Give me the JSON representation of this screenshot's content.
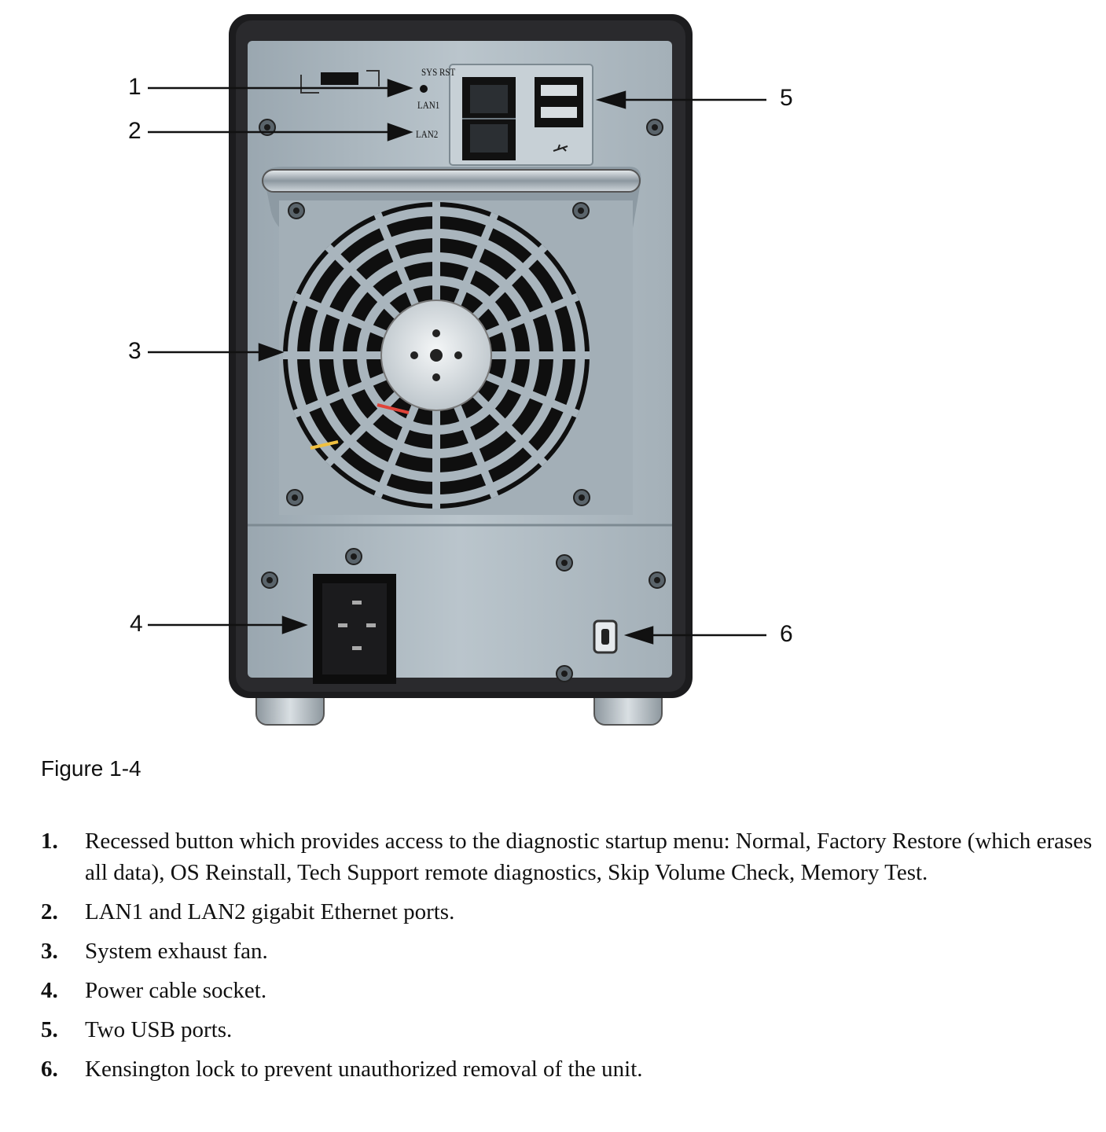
{
  "figure": {
    "panel_labels": {
      "sys_rst": "SYS RST",
      "lan1": "LAN1",
      "lan2": "LAN2"
    },
    "callouts": [
      "1",
      "2",
      "3",
      "4",
      "5",
      "6"
    ],
    "icons": [
      "reset-button-icon",
      "ethernet-port-icon",
      "usb-port-icon",
      "fan-grille-icon",
      "power-socket-icon",
      "kensington-lock-icon"
    ],
    "colors": {
      "chassis": "#1c1c1e",
      "panel": "#b4c0c8",
      "panel_dark": "#96a3ac",
      "port": "#101010"
    }
  },
  "caption": "Figure 1-4",
  "items": [
    {
      "num": "1.",
      "text": "Recessed button which provides access to the diagnostic startup menu: Normal, Factory Restore (which erases all data), OS Reinstall, Tech Support remote diagnostics, Skip Volume Check, Memory Test."
    },
    {
      "num": "2.",
      "text": "LAN1 and LAN2 gigabit Ethernet ports."
    },
    {
      "num": "3.",
      "text": "System exhaust fan."
    },
    {
      "num": "4.",
      "text": "Power cable socket."
    },
    {
      "num": "5.",
      "text": "Two USB ports."
    },
    {
      "num": "6.",
      "text": "Kensington lock to prevent unauthorized removal of the unit."
    }
  ]
}
